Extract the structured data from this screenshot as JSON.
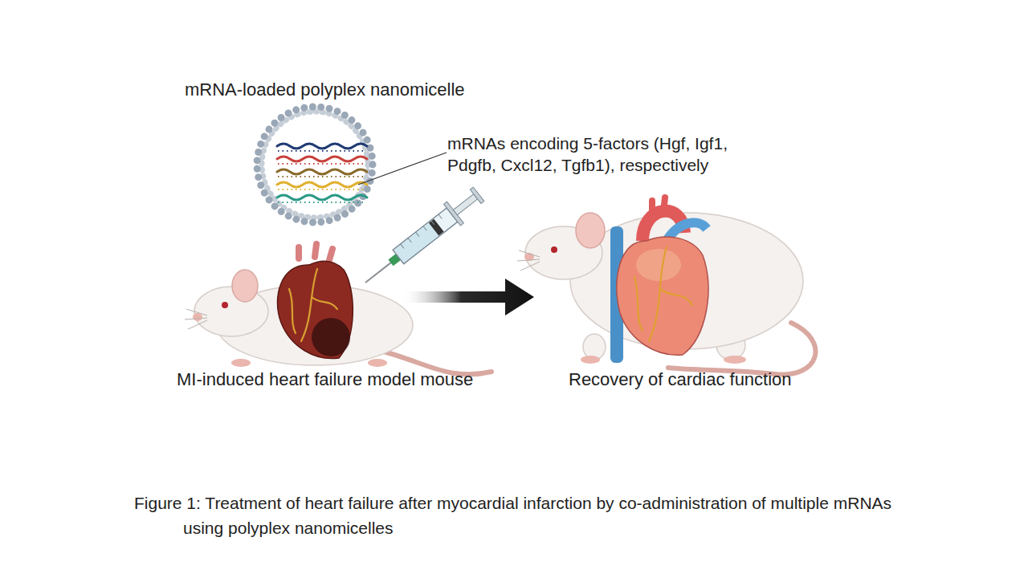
{
  "diagram": {
    "caption": "Figure 1: Treatment of heart failure after myocardial infarction by co-administration of multiple mRNAs using polyplex nanomicelles",
    "nodes": [
      {
        "text": [
          "mRNA-loaded polyplex nanomicelle"
        ]
      },
      {
        "text": [
          "MI-induced heart failure model mouse"
        ]
      },
      {
        "text": [
          "Recovery of cardiac function"
        ]
      }
    ],
    "edges": [
      {
        "from": 1,
        "to": 2,
        "arrow": "to"
      }
    ],
    "labels": [
      "mRNAs encoding 5-factors (Hgf, Igf1, Pdgfb, Cxcl12, Tgfb1), respectively"
    ]
  }
}
